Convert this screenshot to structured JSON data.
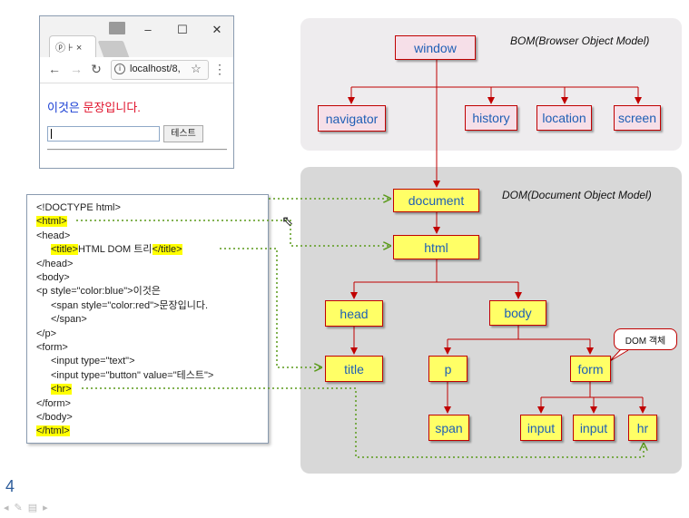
{
  "browser": {
    "tab_label": "ⓟ ⊦ ×",
    "address": "localhost/8,",
    "paragraph_blue": "이것은 ",
    "paragraph_red": "문장입니다.",
    "button_label": "테스트"
  },
  "code_lines": [
    {
      "pre": "<!DOCTYPE html>",
      "hl": "",
      "post": "",
      "indent": 0
    },
    {
      "pre": "",
      "hl": "<html>",
      "post": "",
      "indent": 0
    },
    {
      "pre": "<head>",
      "hl": "",
      "post": "",
      "indent": 0
    },
    {
      "pre": "",
      "hl": "<title>",
      "post": "HTML DOM 트리",
      "hl2": "</title>",
      "indent": 1
    },
    {
      "pre": "</head>",
      "hl": "",
      "post": "",
      "indent": 0
    },
    {
      "pre": "<body>",
      "hl": "",
      "post": "",
      "indent": 0
    },
    {
      "pre": "<p style=\"color:blue\">이것은",
      "hl": "",
      "post": "",
      "indent": 0
    },
    {
      "pre": "<span style=\"color:red\">문장입니다.",
      "hl": "",
      "post": "",
      "indent": 1
    },
    {
      "pre": "</span>",
      "hl": "",
      "post": "",
      "indent": 1
    },
    {
      "pre": "</p>",
      "hl": "",
      "post": "",
      "indent": 0
    },
    {
      "pre": "<form>",
      "hl": "",
      "post": "",
      "indent": 0
    },
    {
      "pre": "<input type=\"text\">",
      "hl": "",
      "post": "",
      "indent": 1
    },
    {
      "pre": "<input type=\"button\" value=\"테스트\">",
      "hl": "",
      "post": "",
      "indent": 1
    },
    {
      "pre": "",
      "hl": "<hr>",
      "post": "",
      "indent": 1
    },
    {
      "pre": "</form>",
      "hl": "",
      "post": "",
      "indent": 0
    },
    {
      "pre": "</body>",
      "hl": "",
      "post": "",
      "indent": 0
    },
    {
      "pre": "",
      "hl": "</html>",
      "post": "",
      "indent": 0
    }
  ],
  "bom": {
    "label": "BOM(Browser Object Model)",
    "root": "window",
    "children": [
      "navigator",
      "history",
      "location",
      "screen"
    ]
  },
  "dom": {
    "label": "DOM(Document Object Model)",
    "nodes": {
      "document": "document",
      "html": "html",
      "head": "head",
      "body": "body",
      "title": "title",
      "p": "p",
      "form": "form",
      "span": "span",
      "input1": "input",
      "input2": "input",
      "hr": "hr"
    },
    "callout": "DOM 객체"
  },
  "colors": {
    "node_border": "#c00000",
    "node_text": "#1f5fb5",
    "bom_node_fill": "#f6dfe8",
    "dom_node_fill": "#ffff66",
    "highlight": "#ffff00",
    "dotted_arrow": "#5a9a1a",
    "tree_line": "#c00000"
  },
  "page_number": "4"
}
